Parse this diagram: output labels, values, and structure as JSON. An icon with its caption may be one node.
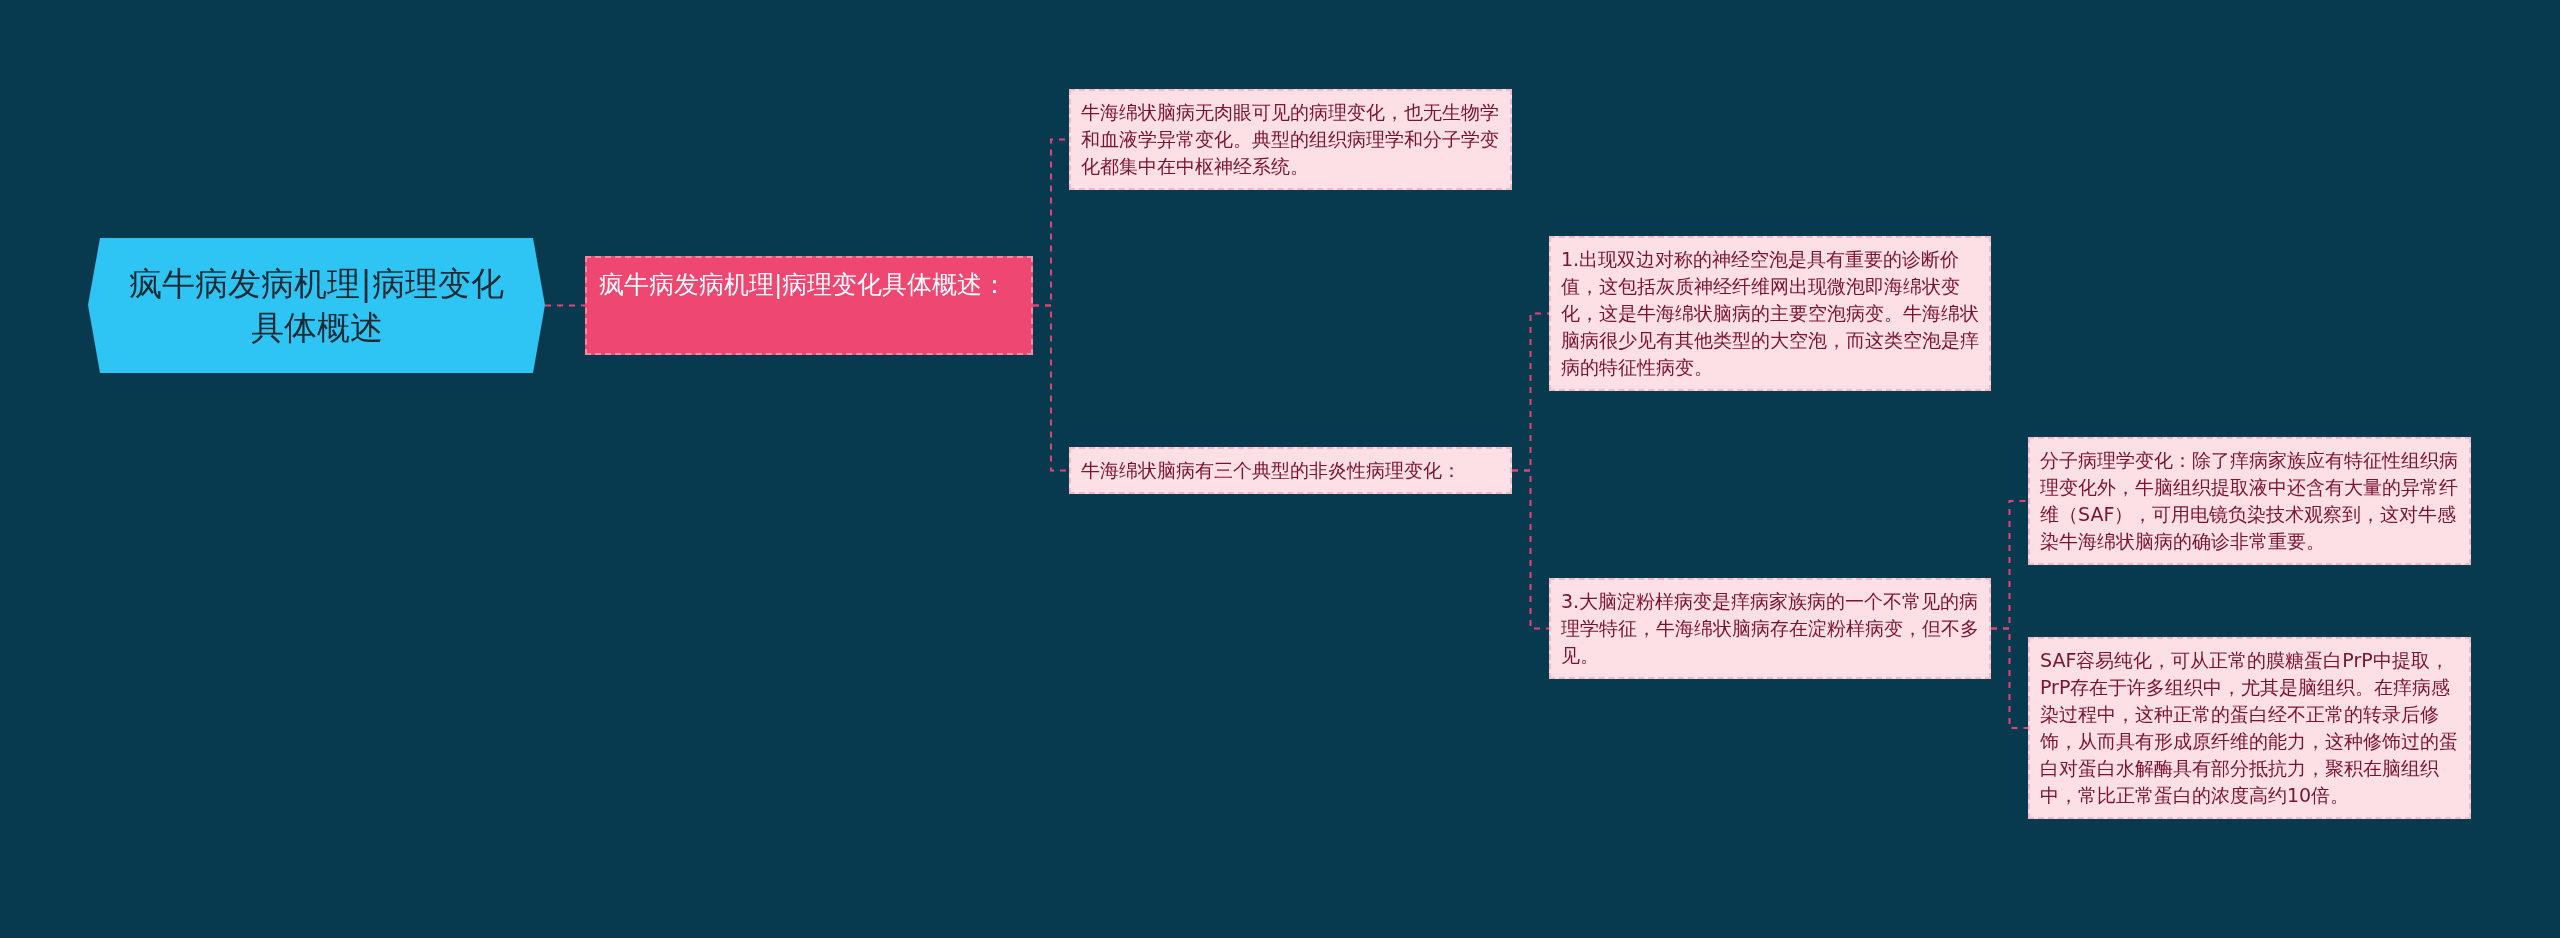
{
  "diagram": {
    "nodes": [
      {
        "text": [
          "疯牛病发病机理|病理变化具体概述"
        ]
      },
      {
        "text": [
          "疯牛病发病机理|病理变化具体概述："
        ]
      },
      {
        "text": [
          "牛海绵状脑病无肉眼可见的病理变化，也无生物学和血液学异常变化。典型的组织病理学和分子学变化都集中在中枢神经系统。"
        ]
      },
      {
        "text": [
          "牛海绵状脑病有三个典型的非炎性病理变化："
        ]
      },
      {
        "text": [
          "1.出现双边对称的神经空泡是具有重要的诊断价值，这包括灰质神经纤维网出现微泡即海绵状变化，这是牛海绵状脑病的主要空泡病变。牛海绵状脑病很少见有其他类型的大空泡，而这类空泡是痒病的特征性病变。"
        ]
      },
      {
        "text": [
          "3.大脑淀粉样病变是痒病家族病的一个不常见的病理学特征，牛海绵状脑病存在淀粉样病变，但不多见。"
        ]
      },
      {
        "text": [
          "分子病理学变化：除了痒病家族应有特征性组织病理变化外，牛脑组织提取液中还含有大量的异常纤维（SAF），可用电镜负染技术观察到，这对牛感染牛海绵状脑病的确诊非常重要。"
        ]
      },
      {
        "text": [
          "SAF容易纯化，可从正常的膜糖蛋白PrP中提取，PrP存在于许多组织中，尤其是脑组织。在痒病感染过程中，这种正常的蛋白经不正常的转录后修饰，从而具有形成原纤维的能力，这种修饰过的蛋白对蛋白水解酶具有部分抵抗力，聚积在脑组织中，常比正常蛋白的浓度高约10倍。"
        ]
      }
    ],
    "edges": [
      {
        "from": 0,
        "to": 1,
        "arrow": "none"
      },
      {
        "from": 1,
        "to": 2,
        "arrow": "none"
      },
      {
        "from": 1,
        "to": 3,
        "arrow": "none"
      },
      {
        "from": 3,
        "to": 4,
        "arrow": "none"
      },
      {
        "from": 3,
        "to": 5,
        "arrow": "none"
      },
      {
        "from": 5,
        "to": 6,
        "arrow": "none"
      },
      {
        "from": 5,
        "to": 7,
        "arrow": "none"
      }
    ]
  }
}
